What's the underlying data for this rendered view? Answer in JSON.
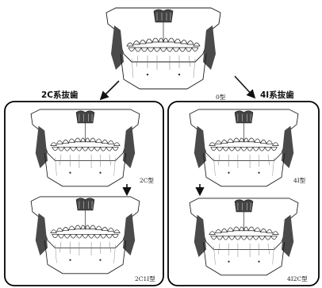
{
  "top_figure": {
    "type_label": "0型"
  },
  "left_branch": {
    "title": "2C系抜歯",
    "upper_type_label": "2C型",
    "lower_type_label": "2C1I型"
  },
  "right_branch": {
    "title": "4I系抜歯",
    "upper_type_label": "4I型",
    "lower_type_label": "4I2C型"
  },
  "colors": {
    "line": "#1a1a1a",
    "shade": "#555555",
    "panel_border": "#000000"
  }
}
